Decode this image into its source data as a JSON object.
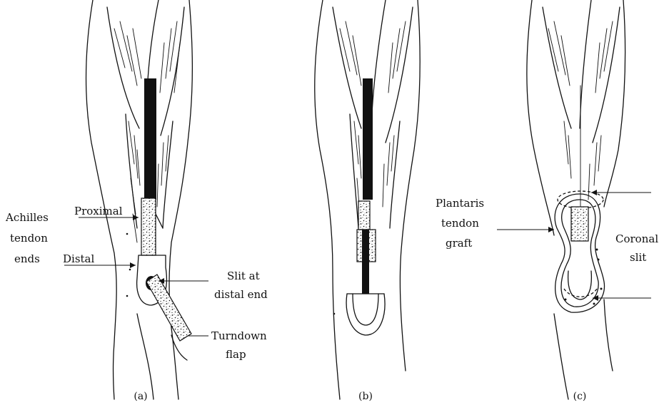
{
  "panels": [
    {
      "caption": "(a)",
      "labels": {
        "achilles_line1": "Achilles",
        "achilles_line2": "tendon",
        "achilles_line3": "ends",
        "proximal": "Proximal",
        "distal": "Distal",
        "slit_line1": "Slit at",
        "slit_line2": "distal end",
        "turndown_line1": "Turndown",
        "turndown_line2": "flap"
      }
    },
    {
      "caption": "(b)"
    },
    {
      "caption": "(c)",
      "labels": {
        "plantaris_line1": "Plantaris",
        "plantaris_line2": "tendon",
        "plantaris_line3": "graft",
        "coronal_line1": "Coronal",
        "coronal_line2": "slit"
      }
    }
  ]
}
